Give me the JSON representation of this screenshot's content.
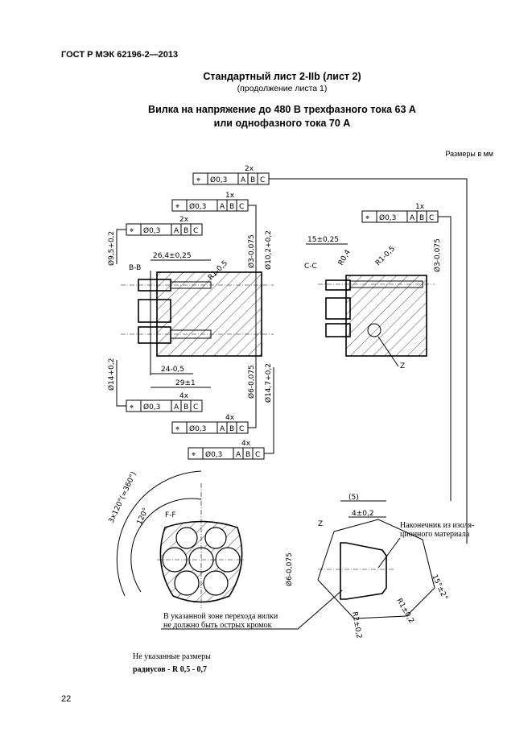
{
  "header": {
    "standard": "ГОСТ Р МЭК 62196-2—2013"
  },
  "title": {
    "sheet": "Стандартный лист 2-IIb (лист 2)",
    "continuation": "(продолжение листа 1)",
    "line1": "Вилка на напряжение до 480 В трехфазного тока 63 А",
    "line2": "или однофазного  тока 70 А"
  },
  "units": "Размеры в мм",
  "frame": {
    "symbol": "⌖",
    "tol": "Ø0,3",
    "a": "A",
    "b": "B",
    "c": "C"
  },
  "bb": {
    "m1": "2x",
    "m2": "1x",
    "m3": "2x",
    "m4": "4x",
    "m5": "4x",
    "m6": "4x",
    "section": "B-B",
    "d95": "Ø9,5+0,2",
    "l264": "26,4±0,25",
    "r1": "R1-0,5",
    "d3": "Ø3-0,075",
    "d102": "Ø10,2+0,2",
    "d14": "Ø14+0,2",
    "l24": "24-0,5",
    "l29": "29±1",
    "d6": "Ø6-0,075",
    "d147": "Ø14,7+0,2"
  },
  "cc": {
    "m1": "1x",
    "section": "C-C",
    "l15": "15±0,25",
    "r04": "R0,4",
    "r1": "R1-0,5",
    "d3": "Ø3-0,075",
    "z": "Z"
  },
  "ff": {
    "section": "F-F",
    "a3": "3x120°(=360°)",
    "a1": "120°"
  },
  "z": {
    "label": "Z",
    "l5": "(5)",
    "l4": "4±0,2",
    "d6": "Ø6-0,075",
    "ang": "15°±2°",
    "r1": "R1±0,2",
    "r2": "R2±0,2",
    "note1a": "Наконечник из изоля-",
    "note1b": "ционного материала",
    "note2a": "В указанной зоне перехода вилки",
    "note2b": "не должно быть острых кромок"
  },
  "footnote": {
    "line1": "Не указанные размеры",
    "line2": "радиусов - R 0,5 - 0,7"
  },
  "page_number": "22"
}
